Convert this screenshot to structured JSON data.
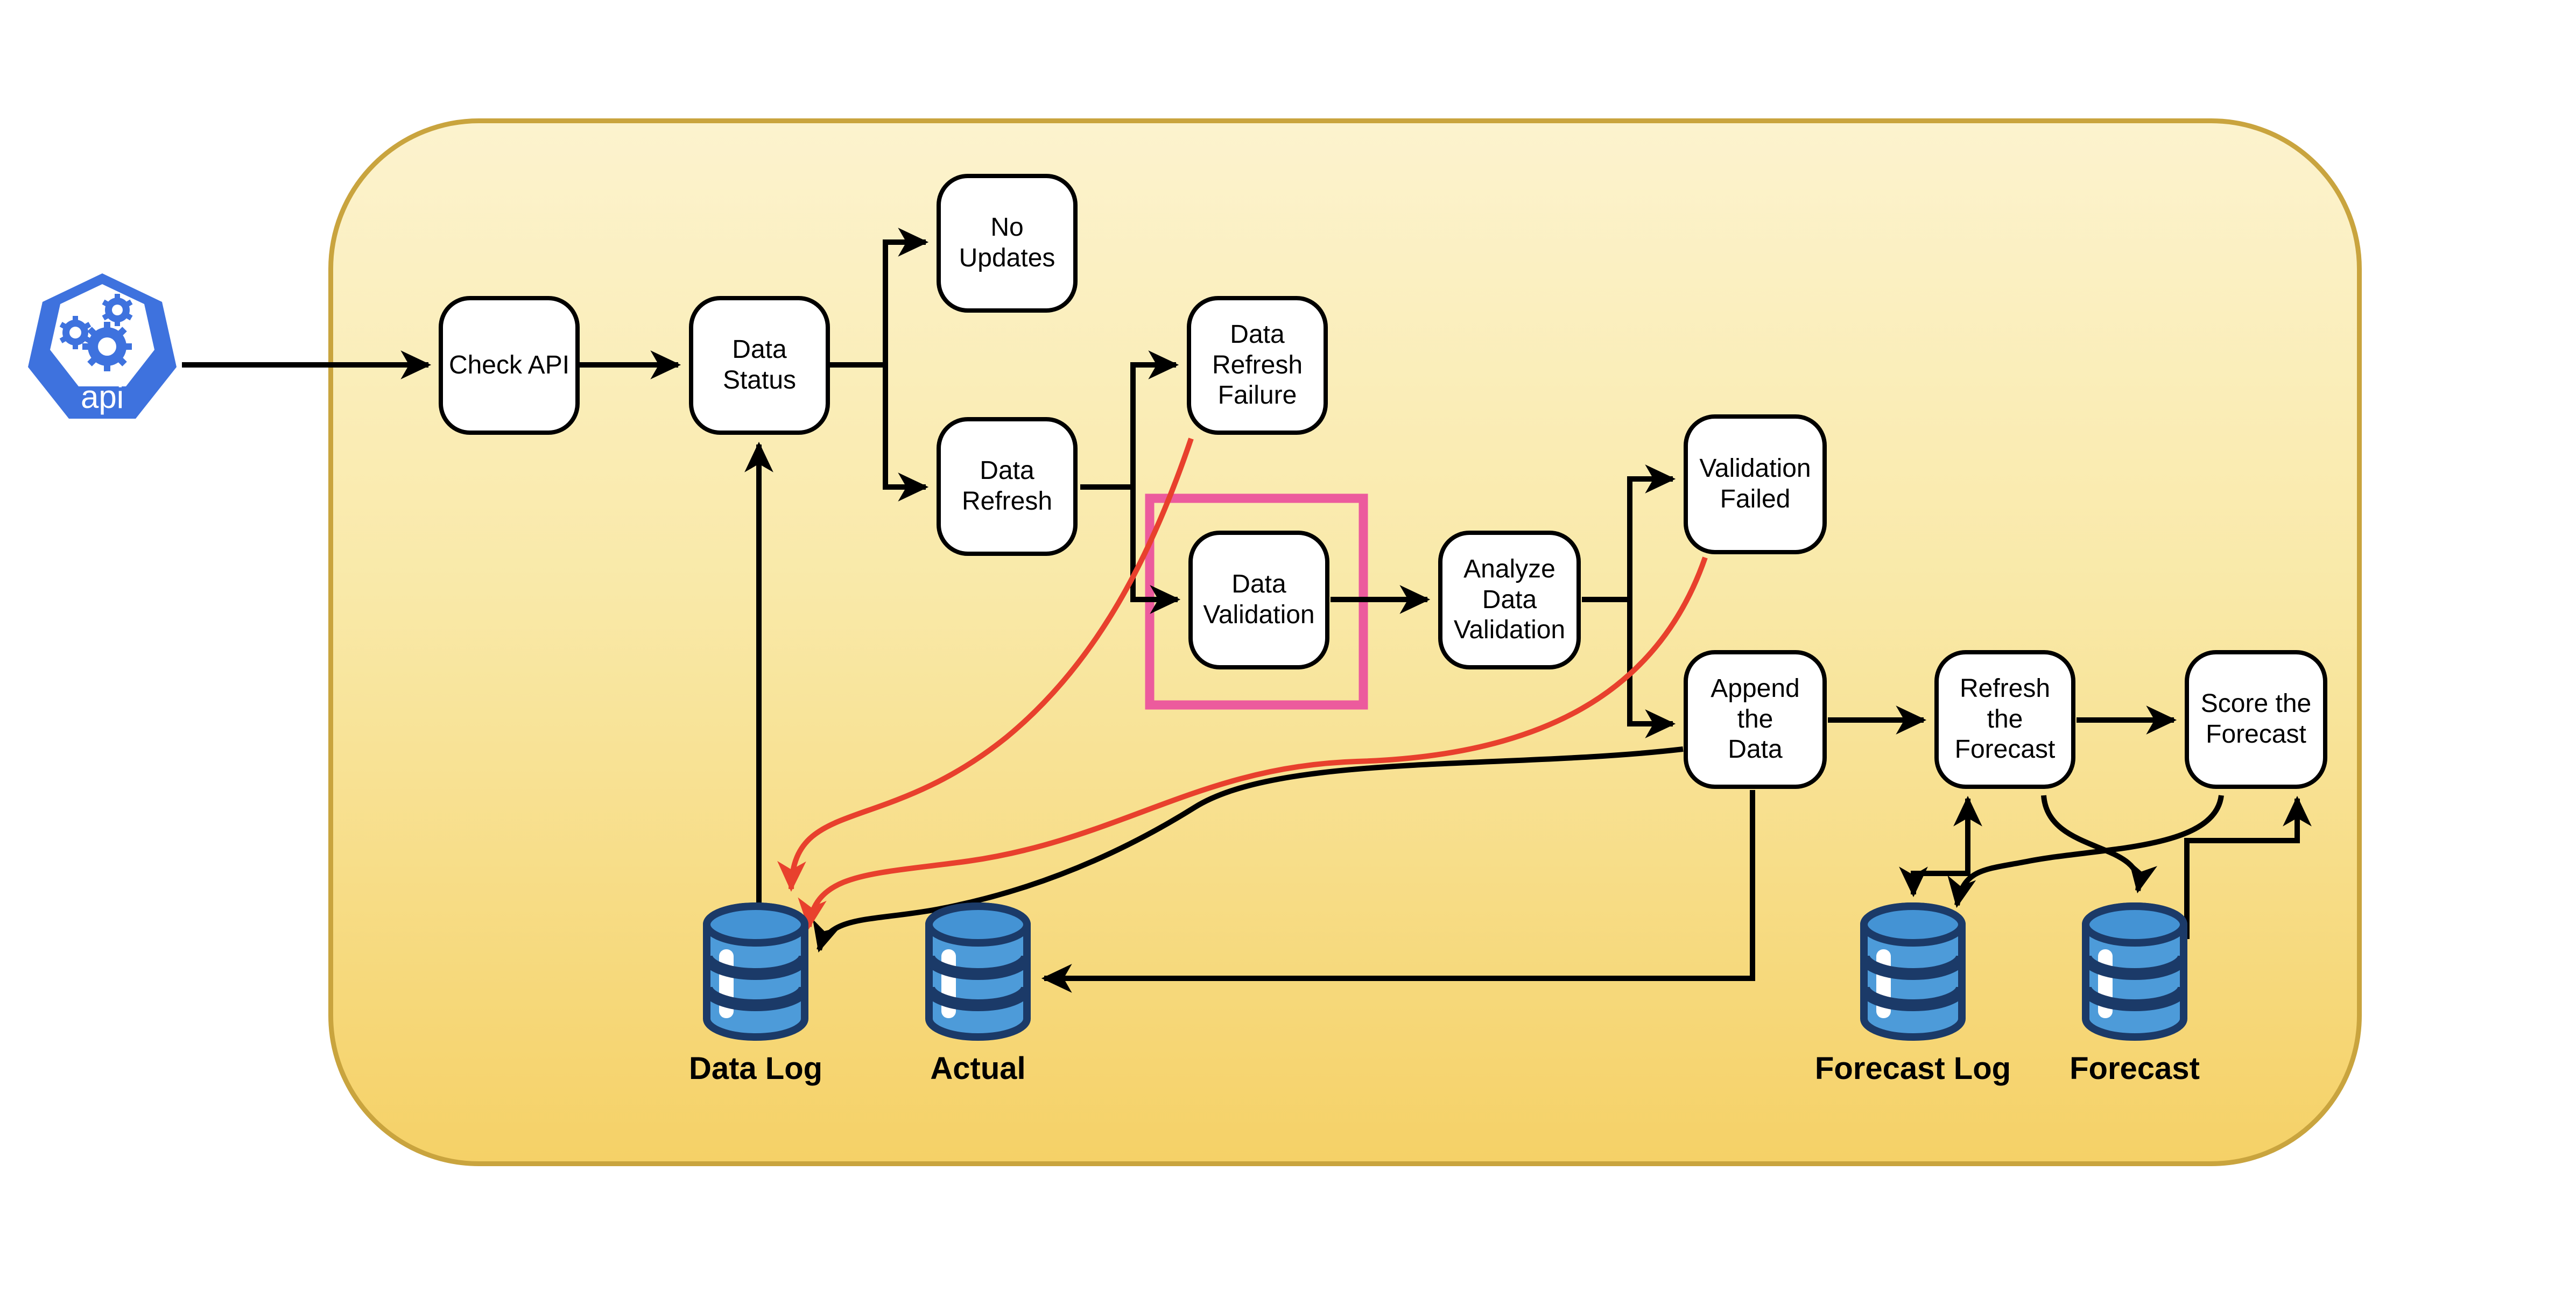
{
  "diagram": {
    "api": {
      "label": "api"
    },
    "nodes": {
      "check_api": {
        "label": "Check API"
      },
      "data_status": {
        "label": "Data Status"
      },
      "no_updates": {
        "label": "No\nUpdates"
      },
      "data_refresh": {
        "label": "Data\nRefresh"
      },
      "data_refresh_failure": {
        "label": "Data\nRefresh\nFailure"
      },
      "data_validation": {
        "label": "Data\nValidation"
      },
      "analyze_data_validation": {
        "label": "Analyze\nData\nValidation"
      },
      "validation_failed": {
        "label": "Validation\nFailed"
      },
      "append_the_data": {
        "label": "Append the\nData"
      },
      "refresh_the_forecast": {
        "label": "Refresh the\nForecast"
      },
      "score_the_forecast": {
        "label": "Score the\nForecast"
      }
    },
    "databases": {
      "data_log": {
        "label": "Data Log"
      },
      "actual": {
        "label": "Actual"
      },
      "forecast_log": {
        "label": "Forecast Log"
      },
      "forecast": {
        "label": "Forecast"
      }
    },
    "colors": {
      "container_fill_top": "#FCF3CE",
      "container_fill_bottom": "#F5D167",
      "container_border": "#C9A43E",
      "node_fill": "#FFFFFF",
      "node_border": "#000000",
      "edge_black": "#000000",
      "edge_red": "#E8402D",
      "highlight_pink": "#EC5B9D",
      "api_blue": "#3E72DE",
      "db_navy": "#1B3A68",
      "db_blue": "#4D9BD9"
    },
    "edges": [
      {
        "from": "api",
        "to": "check_api",
        "color": "black"
      },
      {
        "from": "check_api",
        "to": "data_status",
        "color": "black"
      },
      {
        "from": "data_status",
        "to": "no_updates",
        "color": "black"
      },
      {
        "from": "data_status",
        "to": "data_refresh",
        "color": "black"
      },
      {
        "from": "data_refresh",
        "to": "data_refresh_failure",
        "color": "black"
      },
      {
        "from": "data_refresh",
        "to": "data_validation",
        "color": "black"
      },
      {
        "from": "data_validation",
        "to": "analyze_data_validation",
        "color": "black"
      },
      {
        "from": "analyze_data_validation",
        "to": "validation_failed",
        "color": "black"
      },
      {
        "from": "analyze_data_validation",
        "to": "append_the_data",
        "color": "black"
      },
      {
        "from": "append_the_data",
        "to": "refresh_the_forecast",
        "color": "black"
      },
      {
        "from": "refresh_the_forecast",
        "to": "score_the_forecast",
        "color": "black"
      },
      {
        "from": "data_log",
        "to": "data_status",
        "color": "black"
      },
      {
        "from": "append_the_data",
        "to": "actual",
        "color": "black"
      },
      {
        "from": "append_the_data",
        "to": "data_log",
        "color": "black"
      },
      {
        "from": "data_refresh_failure",
        "to": "data_log",
        "color": "red"
      },
      {
        "from": "validation_failed",
        "to": "data_log",
        "color": "red"
      },
      {
        "from": "refresh_the_forecast",
        "to": "forecast",
        "color": "black"
      },
      {
        "from": "score_the_forecast",
        "to": "forecast_log",
        "color": "black"
      },
      {
        "from": "forecast_log",
        "to": "refresh_the_forecast",
        "color": "black",
        "bidirectional": true
      },
      {
        "from": "forecast",
        "to": "score_the_forecast",
        "color": "black"
      }
    ]
  }
}
